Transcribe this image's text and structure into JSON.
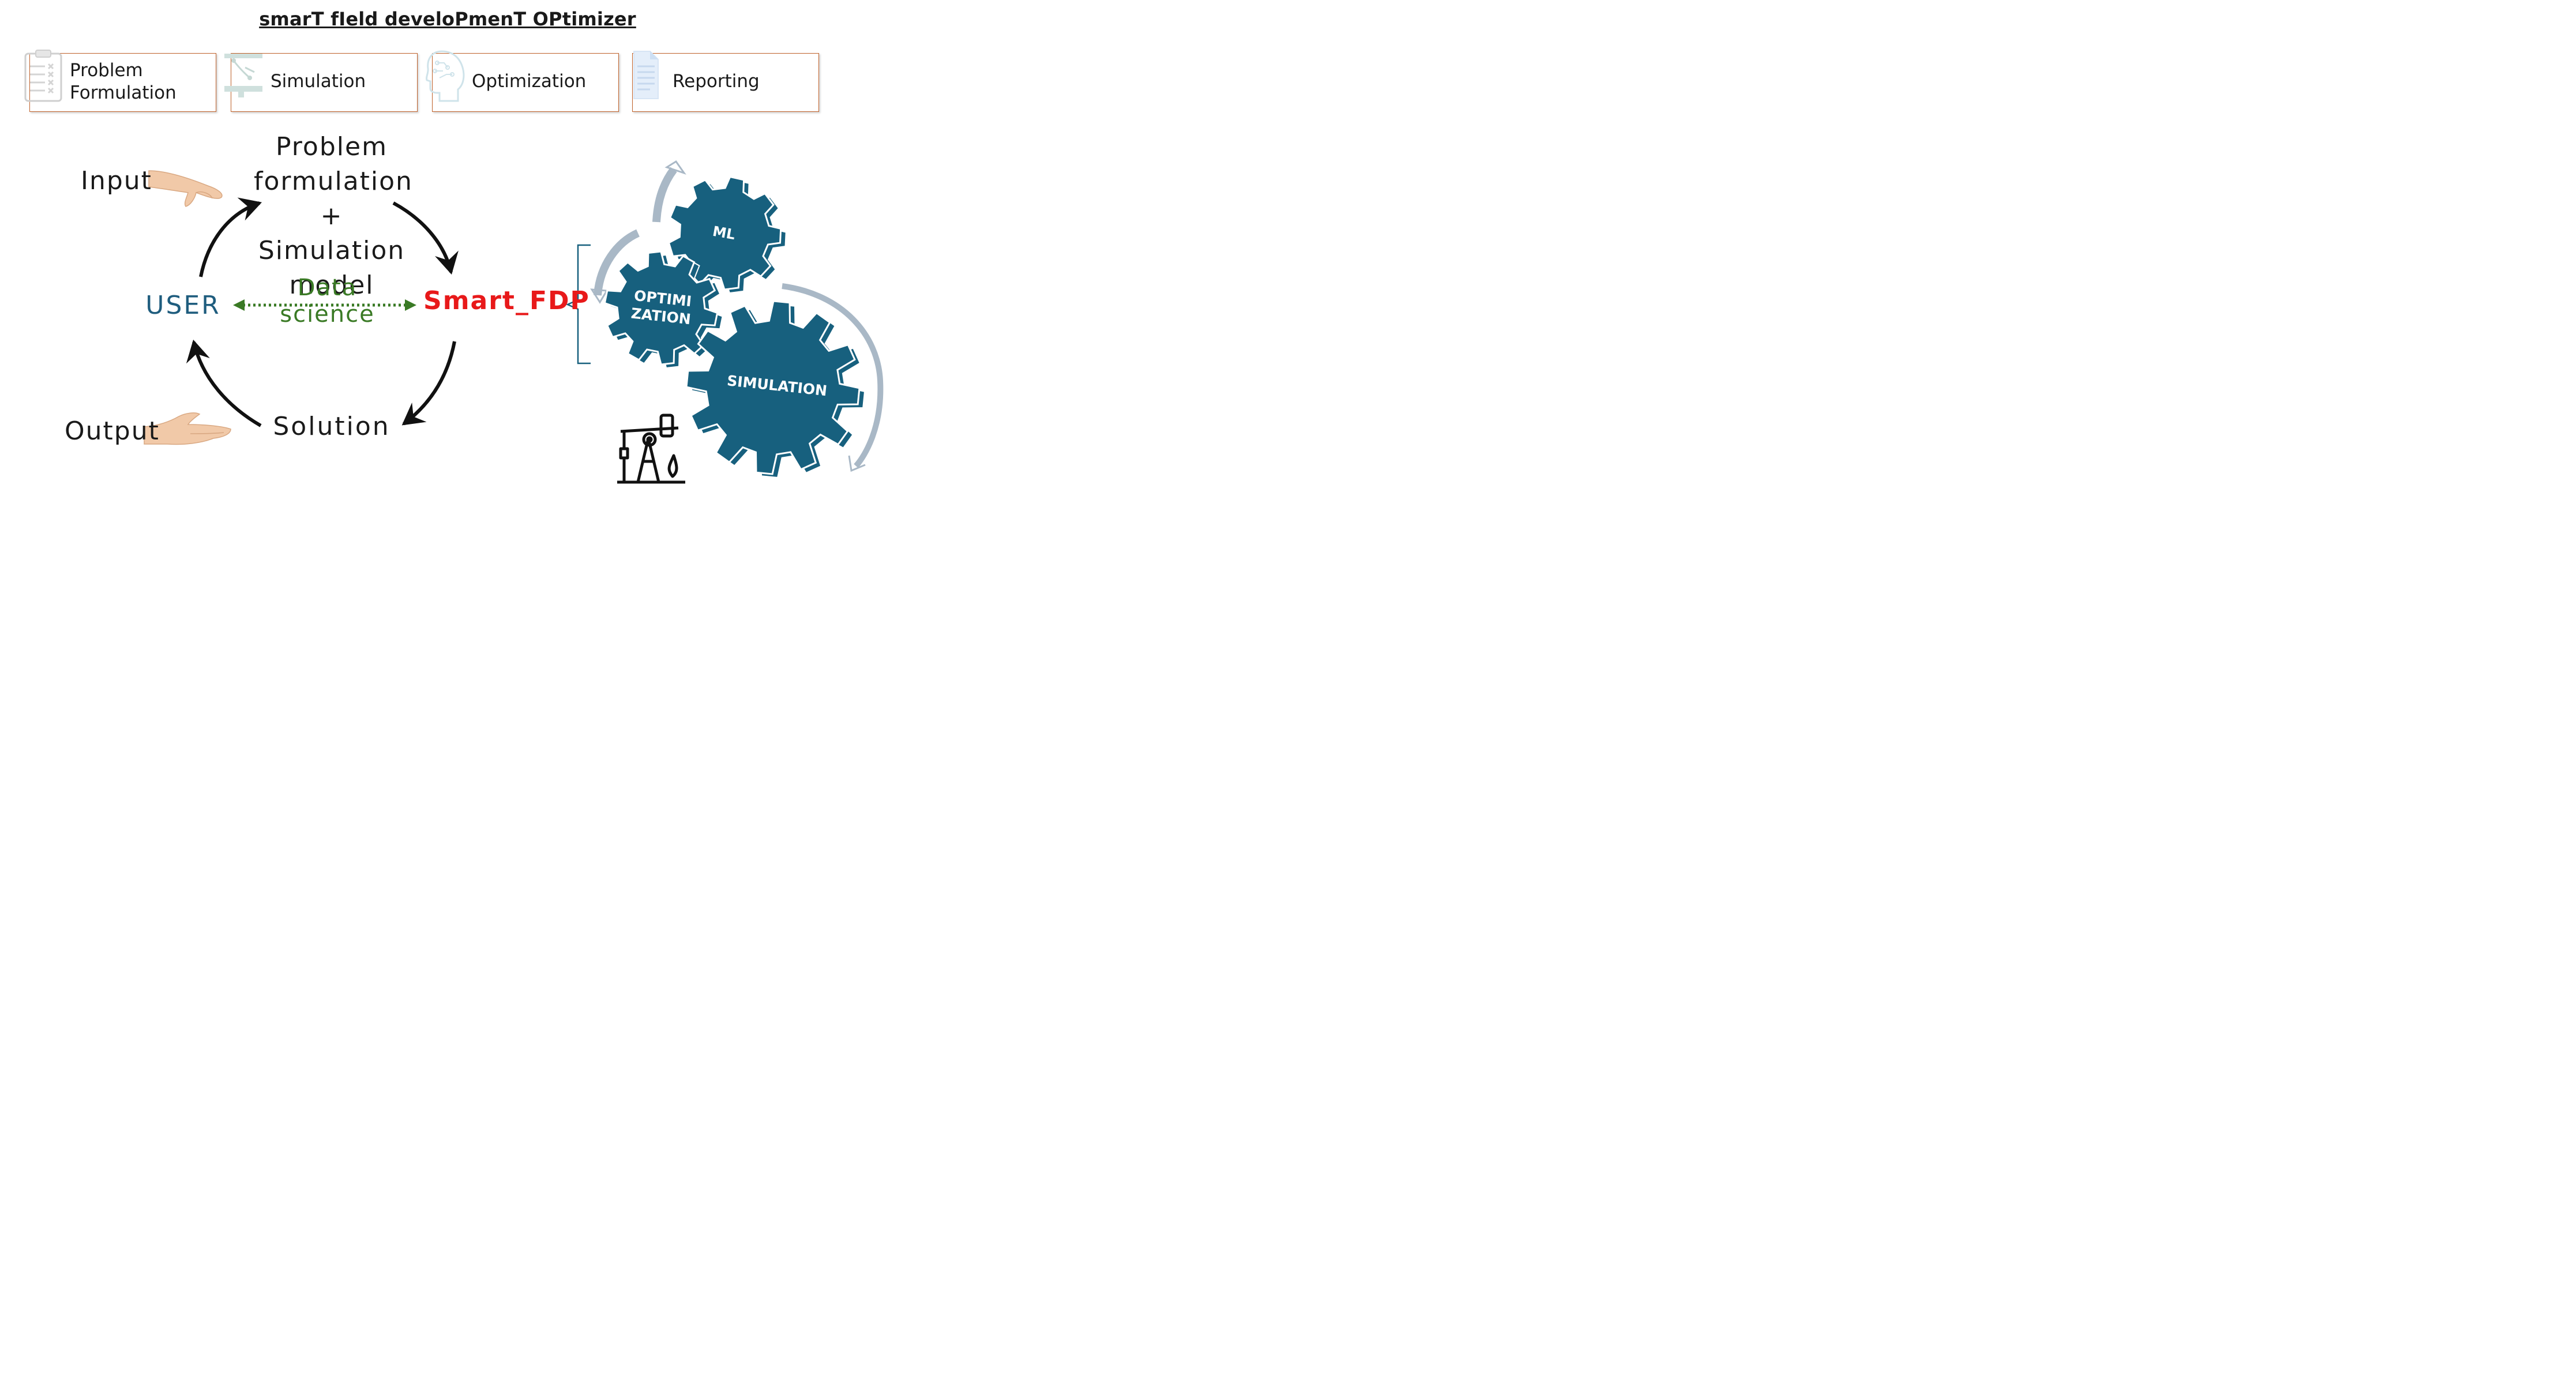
{
  "title": "smarT fIeld develoPmenT OPtimizer",
  "tabs": [
    {
      "label_line1": "Problem",
      "label_line2": "Formulation",
      "icon": "clipboard-checklist-icon"
    },
    {
      "label_line1": "Simulation",
      "label_line2": "",
      "icon": "flow-node-icon"
    },
    {
      "label_line1": "Optimization",
      "label_line2": "",
      "icon": "ai-head-icon"
    },
    {
      "label_line1": "Reporting",
      "label_line2": "",
      "icon": "document-icon"
    }
  ],
  "cycle": {
    "top_node": [
      "Problem",
      "formulation",
      "+ Simulation",
      "model"
    ],
    "left_node": "USER",
    "right_node": "Smart_FDP",
    "bottom_node": "Solution",
    "link_label": "Data science",
    "input_label": "Input",
    "output_label": "Output"
  },
  "gears": {
    "small": "ML",
    "medium_line1": "OPTIMI",
    "medium_line2": "ZATION",
    "large": "SIMULATION"
  },
  "colors": {
    "gear": "#17607e",
    "user": "#1f5d7e",
    "smart_fdp": "#e8191a",
    "data_science": "#3a7a25",
    "tab_border": "#c0622b",
    "cycle_arrow": "#111111",
    "gear_arrow": "#a9b8c6"
  }
}
